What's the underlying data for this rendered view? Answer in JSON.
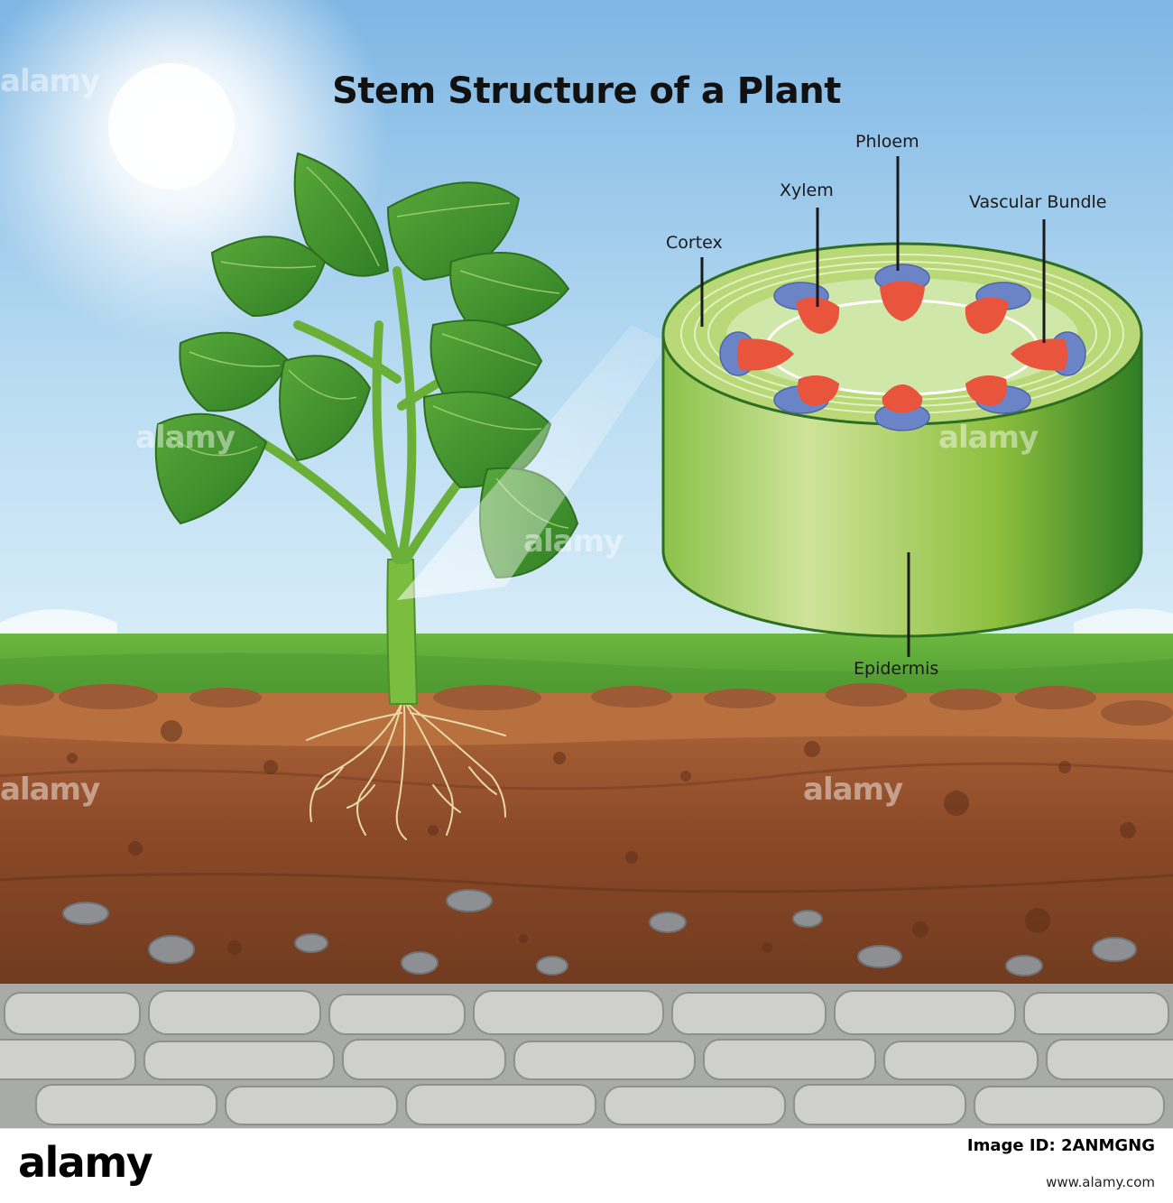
{
  "diagram": {
    "title": "Stem Structure of a Plant",
    "labels": {
      "cortex": "Cortex",
      "xylem": "Xylem",
      "phloem": "Phloem",
      "vascular_bundle": "Vascular Bundle",
      "epidermis": "Epidermis"
    }
  },
  "watermark": "alamy",
  "footer": {
    "brand": "alamy",
    "image_id": "Image ID: 2ANMGNG",
    "site": "www.alamy.com"
  },
  "colors": {
    "sky": "#b3d8f2",
    "grass": "#5ea83a",
    "soil": "#8a4a2a",
    "rock": "#c9c9c4",
    "stem_outer": "#a6cc55",
    "xylem": "#e8543c",
    "phloem": "#6b84c8"
  }
}
